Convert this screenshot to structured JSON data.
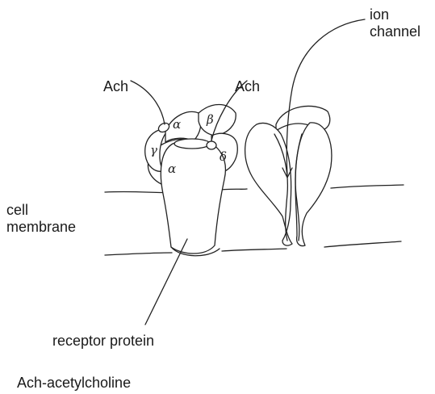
{
  "labels": {
    "ach_left": "Ach",
    "ach_right": "Ach",
    "ion_channel": "ion\nchannel",
    "cell_membrane": "cell\nmembrane",
    "receptor_protein": "receptor protein",
    "legend": "Ach-acetylcholine"
  },
  "subunits": {
    "gamma": "γ",
    "alpha_top": "α",
    "beta": "β",
    "delta": "δ",
    "alpha_front": "α"
  }
}
